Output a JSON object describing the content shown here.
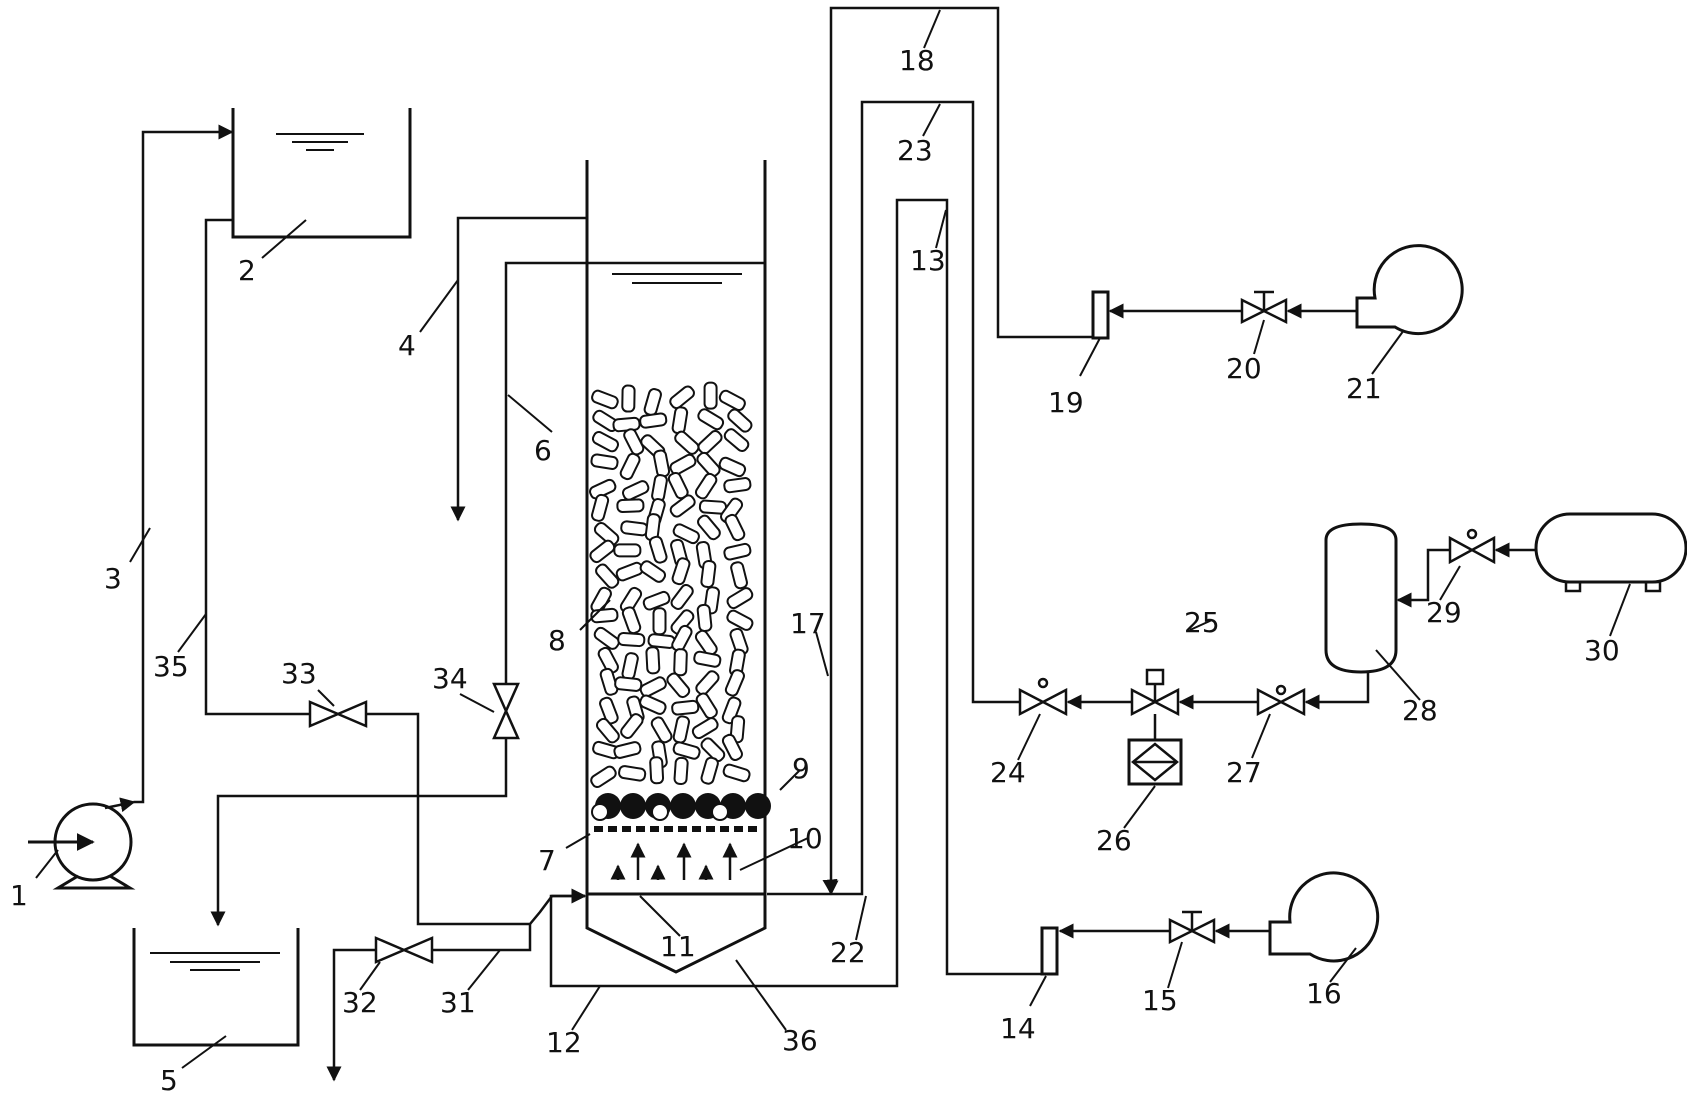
{
  "diagram": {
    "labels": [
      "1",
      "2",
      "3",
      "4",
      "5",
      "6",
      "7",
      "8",
      "9",
      "10",
      "11",
      "12",
      "13",
      "14",
      "15",
      "16",
      "17",
      "18",
      "19",
      "20",
      "21",
      "22",
      "23",
      "24",
      "25",
      "26",
      "27",
      "28",
      "29",
      "30",
      "31",
      "32",
      "33",
      "34",
      "35",
      "36"
    ]
  },
  "colors": {
    "line": "#111111",
    "background": "#ffffff",
    "packing": "#ffffff"
  }
}
